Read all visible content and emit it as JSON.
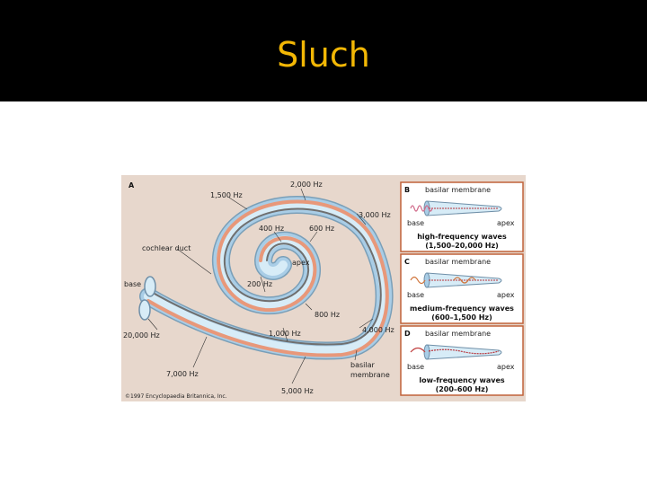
{
  "slide": {
    "title": "Sluch"
  },
  "figure": {
    "panel_a": {
      "letter": "A",
      "labels": {
        "hz_2000": "2,000 Hz",
        "hz_1500": "1,500 Hz",
        "hz_3000": "3,000 Hz",
        "hz_400": "400 Hz",
        "hz_600": "600 Hz",
        "apex": "apex",
        "cochlear_duct": "cochlear duct",
        "base": "base",
        "hz_200": "200 Hz",
        "hz_800": "800 Hz",
        "hz_20000": "20,000 Hz",
        "hz_1000": "1,000 Hz",
        "hz_4000": "4,000 Hz",
        "hz_7000": "7,000 Hz",
        "basilar_membrane_1": "basilar",
        "basilar_membrane_2": "membrane",
        "hz_5000": "5,000 Hz"
      },
      "copyright": "©1997 Encyclopaedia Britannica, Inc."
    },
    "panels": [
      {
        "letter": "B",
        "membrane": "basilar membrane",
        "base": "base",
        "apex": "apex",
        "caption": "high-frequency waves",
        "range": "(1,500–20,000 Hz)"
      },
      {
        "letter": "C",
        "membrane": "basilar membrane",
        "base": "base",
        "apex": "apex",
        "caption": "medium-frequency waves",
        "range": "(600–1,500 Hz)"
      },
      {
        "letter": "D",
        "membrane": "basilar membrane",
        "base": "base",
        "apex": "apex",
        "caption": "low-frequency waves",
        "range": "(200–600 Hz)"
      }
    ],
    "colors": {
      "background": "#e7d7cc",
      "tube_outer": "#a9cde6",
      "tube_inner": "#d7ecf7",
      "membrane": "#e8987a",
      "panel_border": "#c0623a",
      "wave": "#b8343a"
    }
  }
}
